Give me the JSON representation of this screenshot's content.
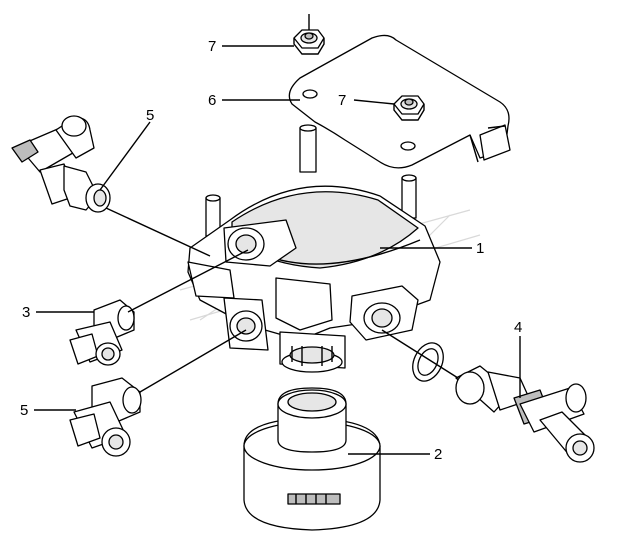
{
  "callouts": {
    "c7a": "7",
    "c7b": "7",
    "c6": "6",
    "c5a": "5",
    "c5b": "5",
    "c1": "1",
    "c3": "3",
    "c4": "4",
    "c2": "2"
  },
  "icons": {
    "valve": "relay-valve-body",
    "bracket": "mounting-bracket",
    "nut": "hex-flange-nut",
    "elbow": "elbow-fitting",
    "straight": "straight-fitting",
    "tee": "tee-fitting",
    "cap": "exhaust-cover",
    "oring": "o-ring"
  }
}
